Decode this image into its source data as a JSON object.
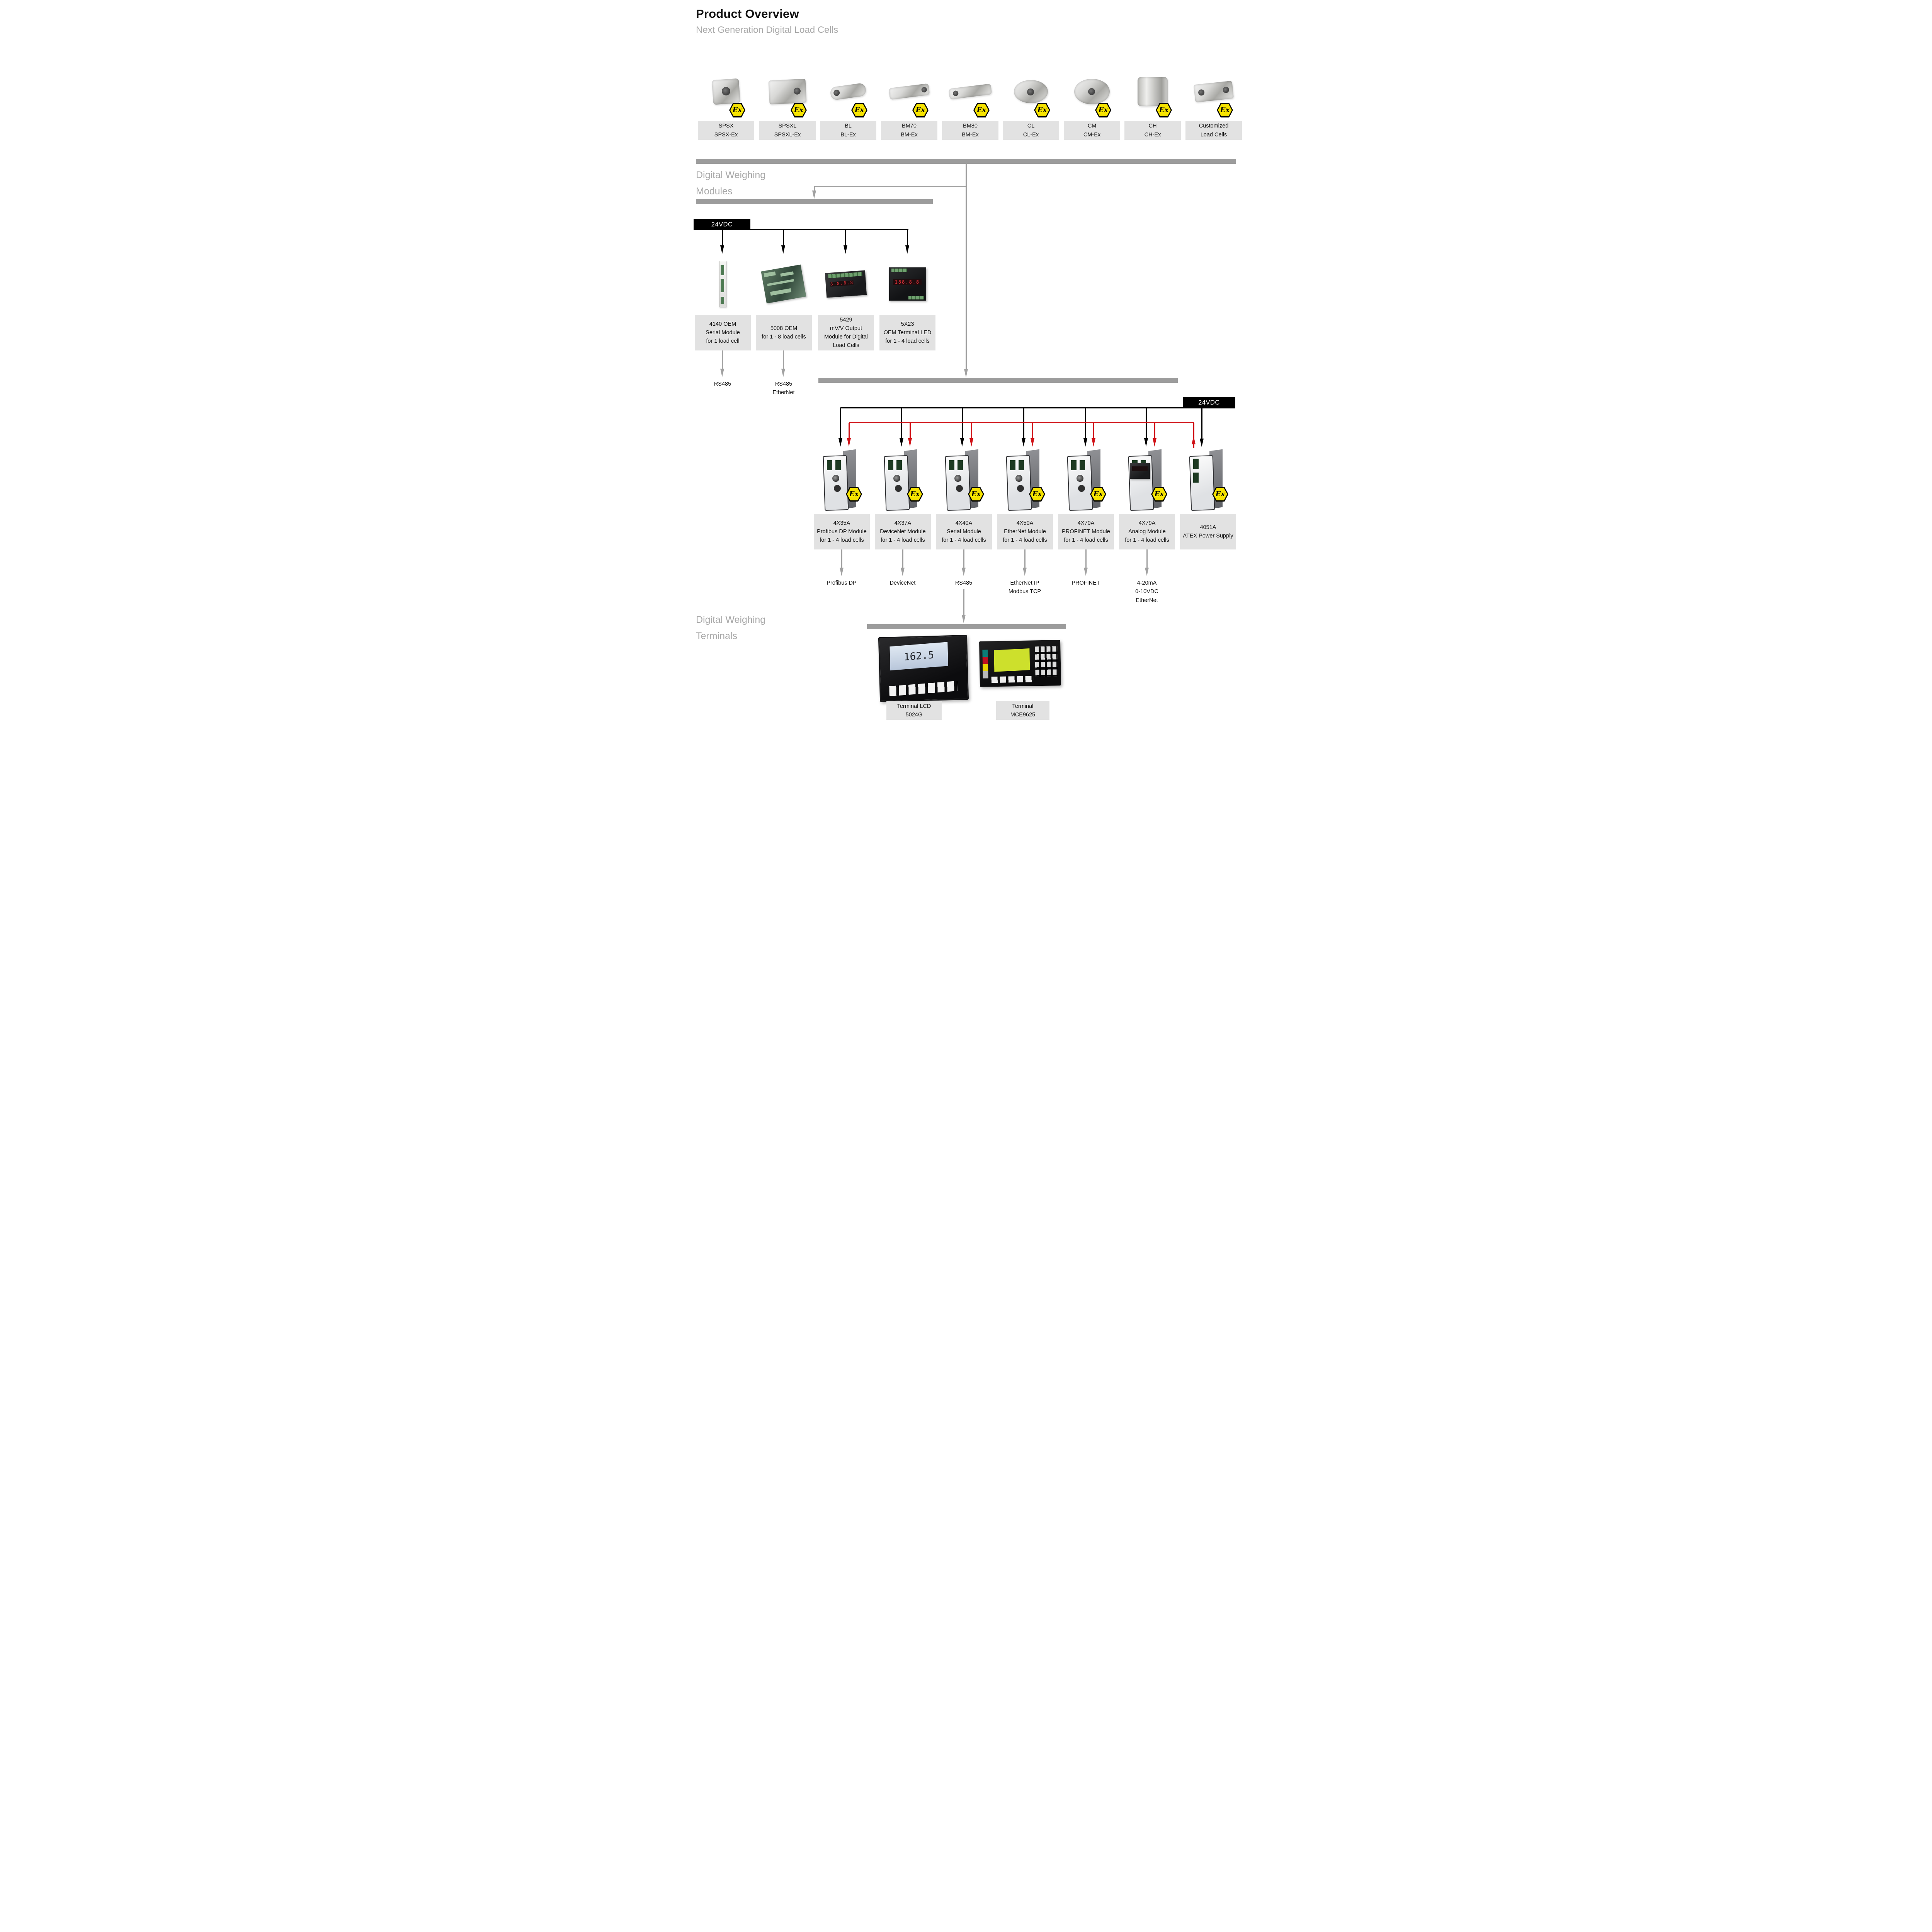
{
  "page": {
    "title": "Product Overview",
    "subtitle": "Next Generation Digital Load Cells"
  },
  "icons": {
    "ex": "Ex"
  },
  "colors": {
    "accent_red": "#d01217",
    "ex_yellow": "#f6e300",
    "bar_gray": "#9c9c9c",
    "label_box_gray": "#e2e2e2",
    "heading_gray": "#a9a9a9"
  },
  "power": {
    "left_label": "24VDC",
    "right_label": "24VDC"
  },
  "load_cells": {
    "items": [
      {
        "label": "SPSX\nSPSX-Ex"
      },
      {
        "label": "SPSXL\nSPSXL-Ex"
      },
      {
        "label": "BL\nBL-Ex"
      },
      {
        "label": "BM70\nBM-Ex"
      },
      {
        "label": "BM80\nBM-Ex"
      },
      {
        "label": "CL\nCL-Ex"
      },
      {
        "label": "CM\nCM-Ex"
      },
      {
        "label": "CH\nCH-Ex"
      },
      {
        "label": "Customized\nLoad Cells"
      }
    ]
  },
  "modules_section": {
    "heading": "Digital Weighing\nModules",
    "oem_items": [
      {
        "label": "4140 OEM\nSerial Module\nfor 1 load cell",
        "output": "RS485"
      },
      {
        "label": "5008 OEM\nfor 1 - 8 load cells",
        "output": "RS485\nEtherNet"
      },
      {
        "label": "5429\nmV/V Output\nModule for Digital\nLoad Cells"
      },
      {
        "label": "5X23\nOEM Terminal LED\nfor 1 - 4 load cells"
      }
    ],
    "bus_items": [
      {
        "label": "4X35A\nProfibus DP Module\nfor 1 - 4 load cells",
        "output": "Profibus DP"
      },
      {
        "label": "4X37A\nDeviceNet Module\nfor 1 - 4 load cells",
        "output": "DeviceNet"
      },
      {
        "label": "4X40A\nSerial Module\nfor 1 - 4 load cells",
        "output": "RS485"
      },
      {
        "label": "4X50A\nEtherNet Module\nfor 1 - 4 load cells",
        "output": "EtherNet IP\nModbus TCP"
      },
      {
        "label": "4X70A\nPROFINET Module\nfor 1 - 4 load cells",
        "output": "PROFINET"
      },
      {
        "label": "4X79A\nAnalog Module\nfor 1 - 4 load cells",
        "output": "4-20mA\n0-10VDC\nEtherNet"
      },
      {
        "label": "4051A\nATEX Power Supply"
      }
    ]
  },
  "terminals_section": {
    "heading": "Digital Weighing\nTerminals",
    "items": [
      {
        "label": "Terminal LCD\n5024G",
        "display_value": "162.5"
      },
      {
        "label": "Terminal\nMCE9625"
      }
    ]
  }
}
